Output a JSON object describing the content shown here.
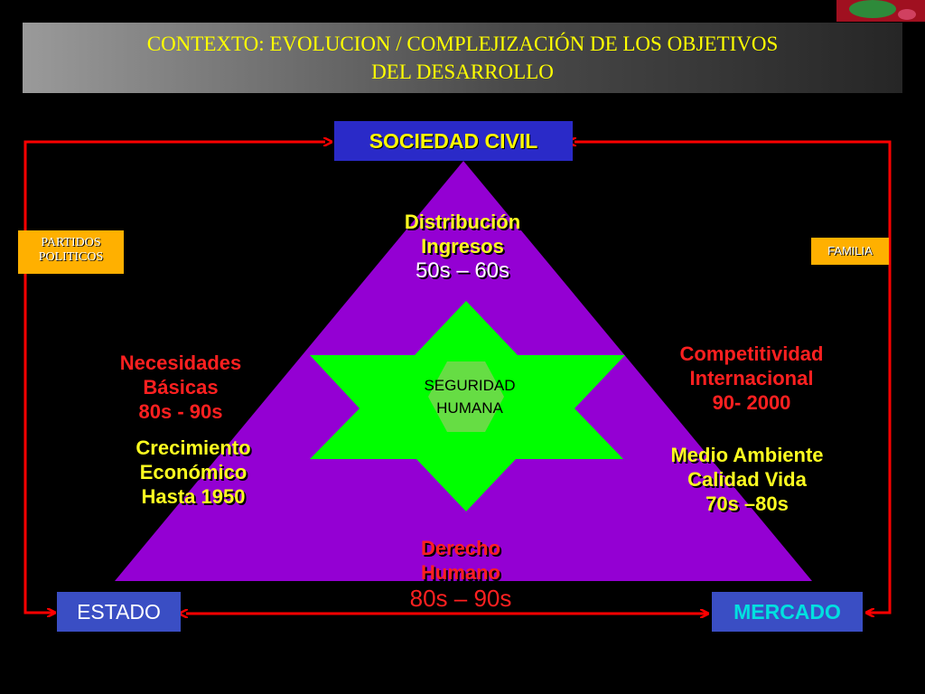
{
  "title": {
    "line1": "CONTEXTO: EVOLUCION / COMPLEJIZACIÓN DE LOS OBJETIVOS",
    "line2": "DEL DESARROLLO"
  },
  "nodes": {
    "top": "SOCIEDAD CIVIL",
    "bottom_left": "ESTADO",
    "bottom_right": "MERCADO"
  },
  "side_tags": {
    "left_line1": "PARTIDOS",
    "left_line2": "POLITICOS",
    "right": "FAMILIA"
  },
  "objectives": {
    "distribucion": [
      "Distribución",
      "Ingresos",
      "50s – 60s"
    ],
    "necesidades": [
      "Necesidades",
      "Básicas",
      "80s - 90s"
    ],
    "crecimiento": [
      "Crecimiento",
      "Económico",
      "Hasta 1950"
    ],
    "competitividad": [
      "Competitividad",
      "Internacional",
      "90- 2000"
    ],
    "medio_ambiente": [
      "Medio Ambiente",
      "Calidad Vida",
      "70s –80s"
    ],
    "derecho": [
      "Derecho",
      "Humano",
      "80s – 90s"
    ]
  },
  "center": [
    "SEGURIDAD",
    "HUMANA"
  ],
  "colors": {
    "triangle": "#9400d3",
    "star": "#00ff00",
    "hexagon": "#66dd44",
    "arrows": "#ff0000",
    "box_blue": "#2a2ac8",
    "tag_orange": "#ffb000"
  }
}
